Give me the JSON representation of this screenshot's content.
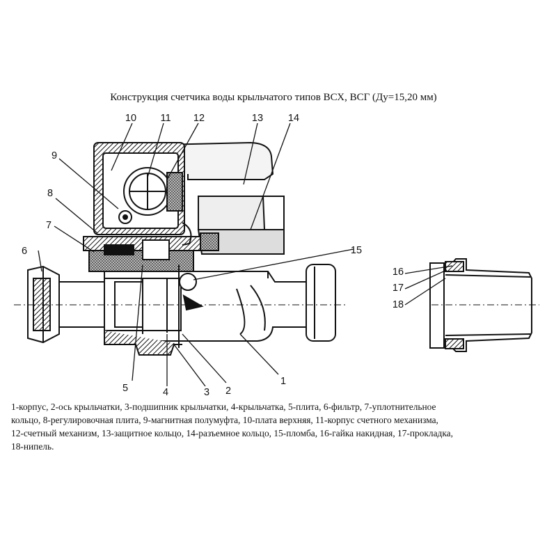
{
  "title": "Конструкция счетчика воды крыльчатого типов ВСХ, ВСГ (Ду=15,20 мм)",
  "callouts": {
    "c1": "1",
    "c2": "2",
    "c3": "3",
    "c4": "4",
    "c5": "5",
    "c6": "6",
    "c7": "7",
    "c8": "8",
    "c9": "9",
    "c10": "10",
    "c11": "11",
    "c12": "12",
    "c13": "13",
    "c14": "14",
    "c15": "15",
    "c16": "16",
    "c17": "17",
    "c18": "18"
  },
  "legend": {
    "line1": "1-корпус, 2-ось крыльчатки, 3-подшипник крыльчатки, 4-крыльчатка, 5-плита, 6-фильтр, 7-уплотнительное",
    "line2": "кольцо, 8-регулировочная плита, 9-магнитная полумуфта, 10-плата верхняя, 11-корпус счетного механизма,",
    "line3": "12-счетный механизм, 13-защитное кольцо, 14-разъемное кольцо, 15-пломба, 16-гайка накидная, 17-прокладка,",
    "line4": "18-нипель."
  }
}
